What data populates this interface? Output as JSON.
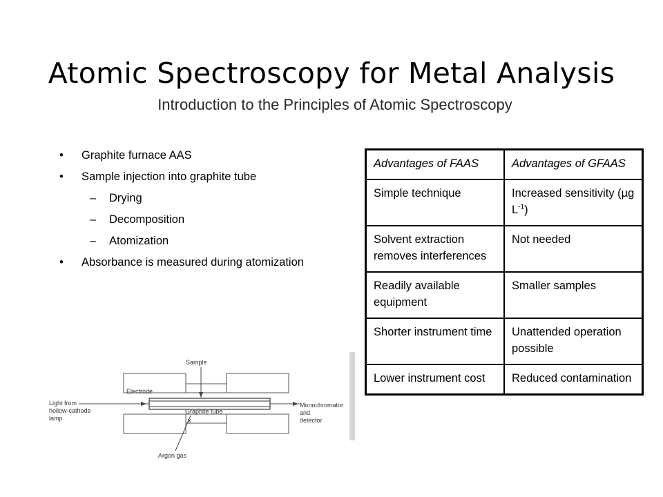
{
  "slide": {
    "title": "Atomic Spectroscopy for Metal Analysis",
    "subtitle": "Introduction to the Principles of Atomic Spectroscopy"
  },
  "bullets": {
    "item1": "Graphite furnace AAS",
    "item2": "Sample injection into graphite tube",
    "sub1": "Drying",
    "sub2": "Decomposition",
    "sub3": "Atomization",
    "item3": "Absorbance is measured during atomization",
    "bullet_char": "•",
    "dash_char": "–"
  },
  "table": {
    "header_faas": "Advantages of FAAS",
    "header_gfaas": "Advantages of GFAAS",
    "rows": [
      {
        "faas": "Simple technique",
        "gfaas_text": "Increased sensitivity (µg L",
        "gfaas_sup": "-1",
        "gfaas_end": ")"
      },
      {
        "faas": "Solvent extraction removes interferences",
        "gfaas": "Not needed"
      },
      {
        "faas": "Readily available equipment",
        "gfaas": "Smaller samples"
      },
      {
        "faas": "Shorter instrument time",
        "gfaas": "Unattended operation possible"
      },
      {
        "faas": "Lower instrument cost",
        "gfaas": "Reduced contamination"
      }
    ]
  },
  "diagram": {
    "sample": "Sample",
    "electrode": "Electrode",
    "light_line1": "Light from",
    "light_line2": "hollow-cathode",
    "light_line3": "lamp",
    "graphite_tube": "Graphite tube",
    "mono_line1": "Monochromator",
    "mono_line2": "and",
    "mono_line3": "detector",
    "argon": "Argon gas",
    "x_mark": "x"
  }
}
